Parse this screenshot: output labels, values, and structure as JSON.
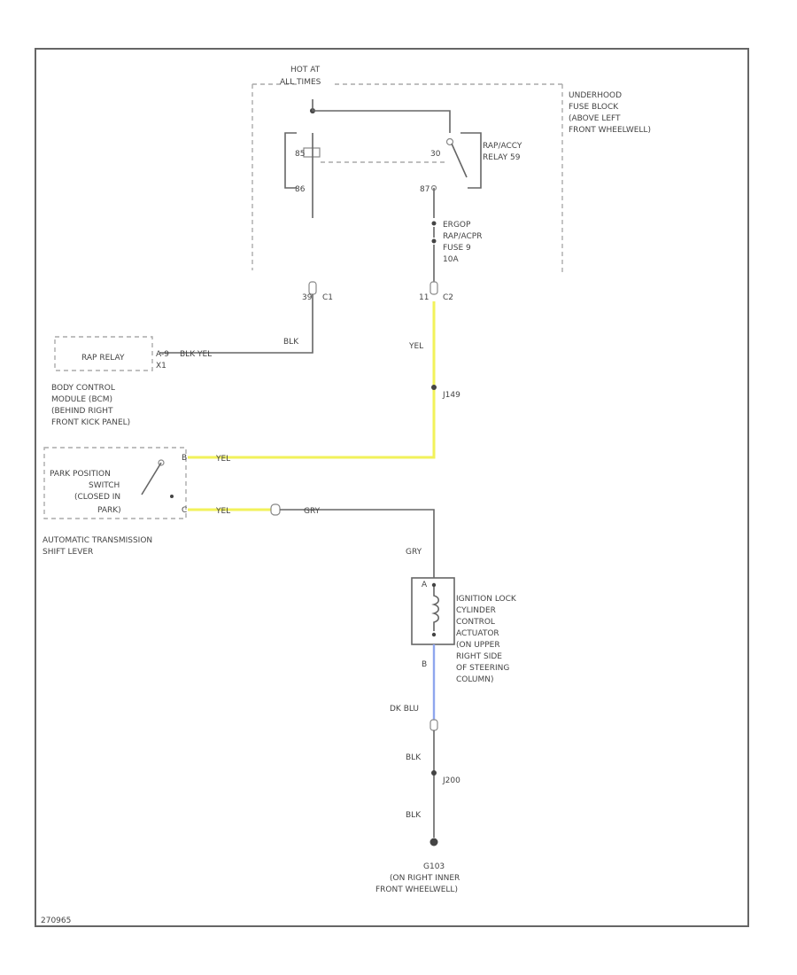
{
  "hot_at": {
    "line1": "HOT AT",
    "line2": "ALL TIMES"
  },
  "underhood": {
    "line1": "UNDERHOOD",
    "line2": "FUSE BLOCK",
    "line3": "(ABOVE LEFT",
    "line4": "FRONT WHEELWELL)"
  },
  "relay": {
    "line1": "RAP/ACCY",
    "line2": "RELAY 59",
    "pin_85": "85",
    "pin_86": "86",
    "pin_30": "30",
    "pin_87": "87"
  },
  "fuse": {
    "line1": "ERGOP",
    "line2": "RAP/ACPR",
    "line3": "FUSE 9",
    "line4": "10A"
  },
  "connectors": {
    "c1_pin": "39",
    "c1_name": "C1",
    "c2_pin": "11",
    "c2_name": "C2",
    "x1_pin": "X1"
  },
  "wires": {
    "blk": "BLK",
    "blk_yel": "BLK  YEL",
    "yel": "YEL",
    "gry": "GRY",
    "dk_blu": "DK BLU",
    "blk_lower": "BLK",
    "blk_bottom": "BLK"
  },
  "bcm": {
    "inner": "RAP RELAY",
    "pin": "A-9",
    "line1": "BODY CONTROL",
    "line2": "MODULE (BCM)",
    "line3": "(BEHIND RIGHT",
    "line4": "FRONT KICK PANEL)"
  },
  "splice_j": "J149",
  "park": {
    "line1": "PARK POSITION",
    "line2": "SWITCH",
    "line3": "(CLOSED IN",
    "line4": "PARK)",
    "pin_a": "B",
    "pin_b": "C",
    "line5": "AUTOMATIC TRANSMISSION",
    "line6": "SHIFT LEVER"
  },
  "ignition": {
    "line1": "IGNITION LOCK",
    "line2": "CYLINDER",
    "line3": "CONTROL",
    "line4": "ACTUATOR",
    "line5": "(ON UPPER",
    "line6": "RIGHT SIDE",
    "line7": "OF STEERING",
    "line8": "COLUMN)",
    "pin_a": "A",
    "pin_b": "B"
  },
  "splice_lower": "J200",
  "ground": {
    "line1": "G103",
    "line2": "(ON RIGHT INNER",
    "line3": "FRONT WHEELWELL)"
  },
  "figure_id": "270965",
  "colors": {
    "yellow_wire": "#f2f25a",
    "blue_wire": "#8fa6ee",
    "black_wire": "#666666"
  }
}
